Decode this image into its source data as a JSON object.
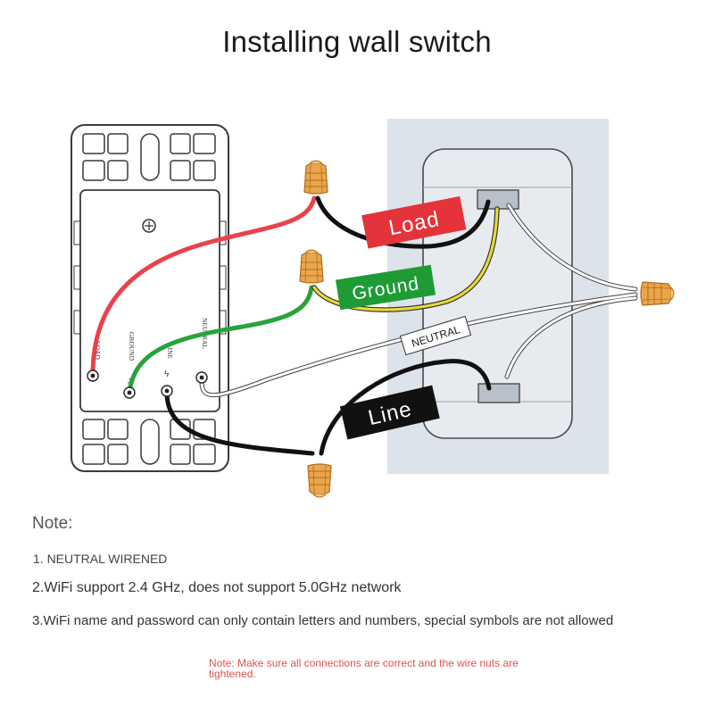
{
  "title": "Installing wall switch",
  "labels": {
    "load": "Load",
    "ground": "Ground",
    "neutral": "NEUTRAL",
    "line": "Line"
  },
  "terminals": {
    "load": "LOAD",
    "ground": "GROUND",
    "line": "LINE",
    "neutral": "NEUTRAL"
  },
  "notes": {
    "heading": "Note:",
    "items": [
      "1. NEUTRAL WIRENED",
      "2.WiFi support 2.4 GHz, does not support 5.0GHz network",
      "3.WiFi name and password can only contain letters and numbers, special symbols are not allowed"
    ],
    "warning": "Note: Make sure all connections are correct and the wire nuts are tightened."
  },
  "colors": {
    "load_wire": "#e8434a",
    "load_tag": "#e5333b",
    "ground_wire": "#27a33c",
    "ground_tag": "#1f9b36",
    "yellow_wire": "#e8d93a",
    "line_wire": "#111111",
    "box_background": "#dde3ea",
    "wire_nut": "#e8a64a",
    "warning_text": "#e0524a"
  }
}
